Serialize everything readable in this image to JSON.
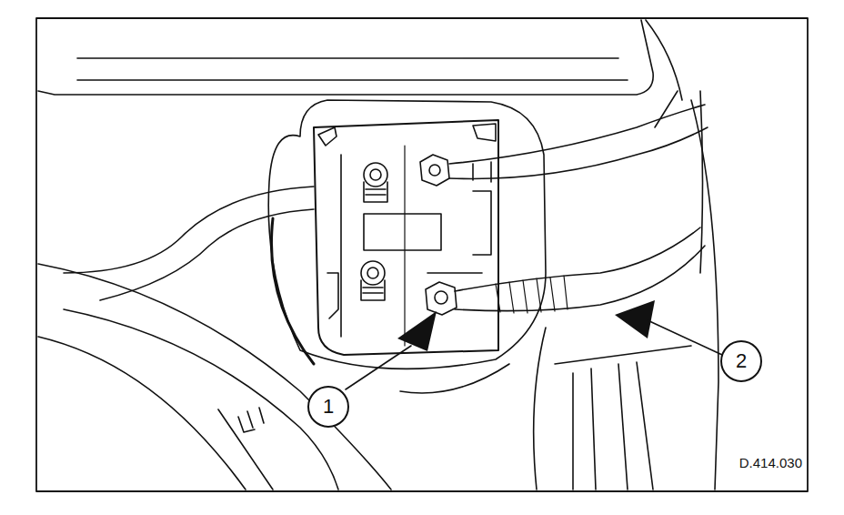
{
  "diagram": {
    "labels": [
      "1",
      "2",
      "D.414.030"
    ]
  }
}
